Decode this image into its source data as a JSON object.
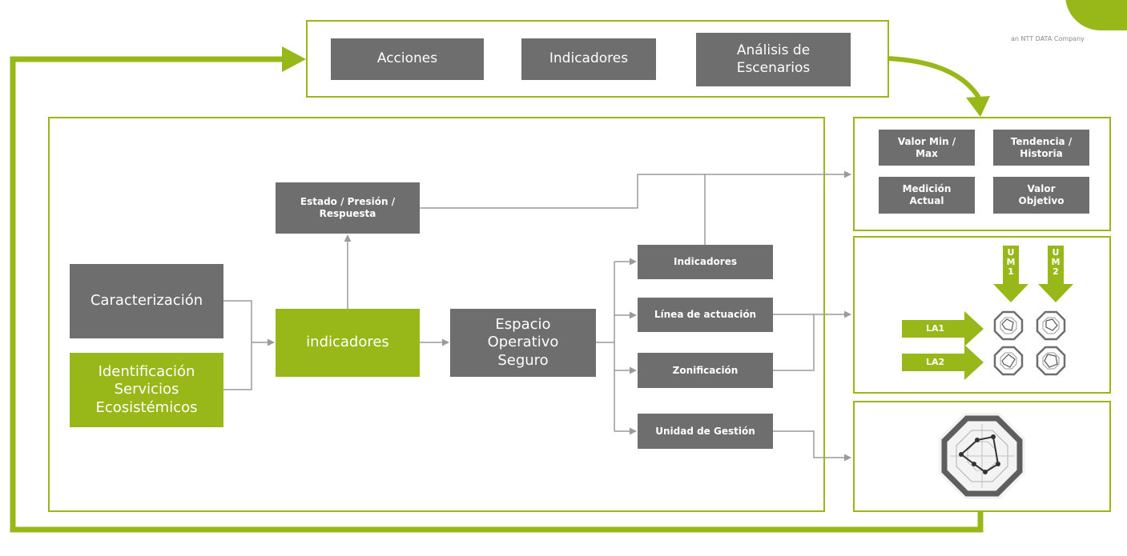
{
  "brand": {
    "company_line": "an NTT DATA Company",
    "accent_color": "#98b81a",
    "box_gray": "#6e6e6e",
    "wire_gray": "#9a9a9a"
  },
  "top_panel": {
    "acciones": "Acciones",
    "indicadores": "Indicadores",
    "analisis": "Análisis de\nEscenarios"
  },
  "main": {
    "caracterizacion": "Caracterización",
    "identificacion": "Identificación\nServicios\nEcosistémicos",
    "indicadores_center": "indicadores",
    "estado": "Estado / Presión /\nRespuesta",
    "espacio": "Espacio\nOperativo\nSeguro",
    "branch_indicadores": "Indicadores",
    "linea": "Línea de actuación",
    "zonificacion": "Zonificación",
    "unidad": "Unidad de Gestión"
  },
  "right_top": {
    "valor_min": "Valor Min /\nMax",
    "tendencia": "Tendencia /\nHistoria",
    "medicion": "Medición\nActual",
    "valor_objetivo": "Valor\nObjetivo"
  },
  "right_mid": {
    "um1": "U\nM\n1",
    "um2": "U\nM\n2",
    "la1": "LA1",
    "la2": "LA2"
  }
}
